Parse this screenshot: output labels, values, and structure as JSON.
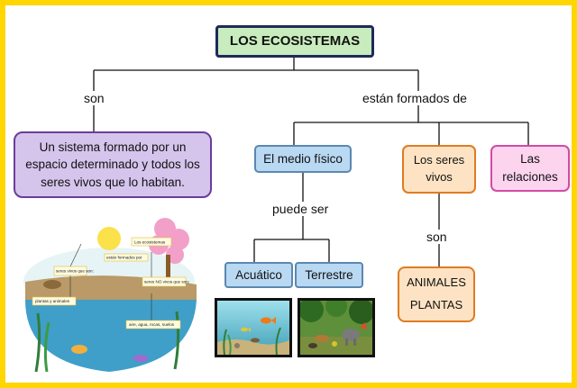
{
  "title": "LOS ECOSISTEMAS",
  "links": {
    "son": "son",
    "formados": "están  formados de",
    "puede_ser": "puede ser",
    "son_seres": "son"
  },
  "nodes": {
    "definition": "Un sistema formado por un espacio determinado y todos los seres vivos que lo habitan.",
    "medio_fisico": "El medio físico",
    "seres_vivos": "Los seres vivos",
    "relaciones": "Las relaciones",
    "acuatico": "Acuático",
    "terrestre": "Terrestre",
    "animales": "ANIMALES",
    "plantas": "PLANTAS"
  },
  "illustration": {
    "heading": "Los ecosistemas",
    "formados": "están formados por",
    "seres_vivos": "seres vivos que son:",
    "seres_no_vivos": "seres NO vivos que son:",
    "plantas_animales": "plantas y animales",
    "aire_agua": "aire, agua, rocas, suelos"
  },
  "colors": {
    "frame": "#ffd600",
    "title_fill": "#c8ecbd",
    "title_border": "#1e2a5a",
    "definition_fill": "#d5c4ec",
    "medio_fill": "#b9d8f2",
    "seres_fill": "#fde3c3",
    "relaciones_fill": "#fcd4ee"
  }
}
